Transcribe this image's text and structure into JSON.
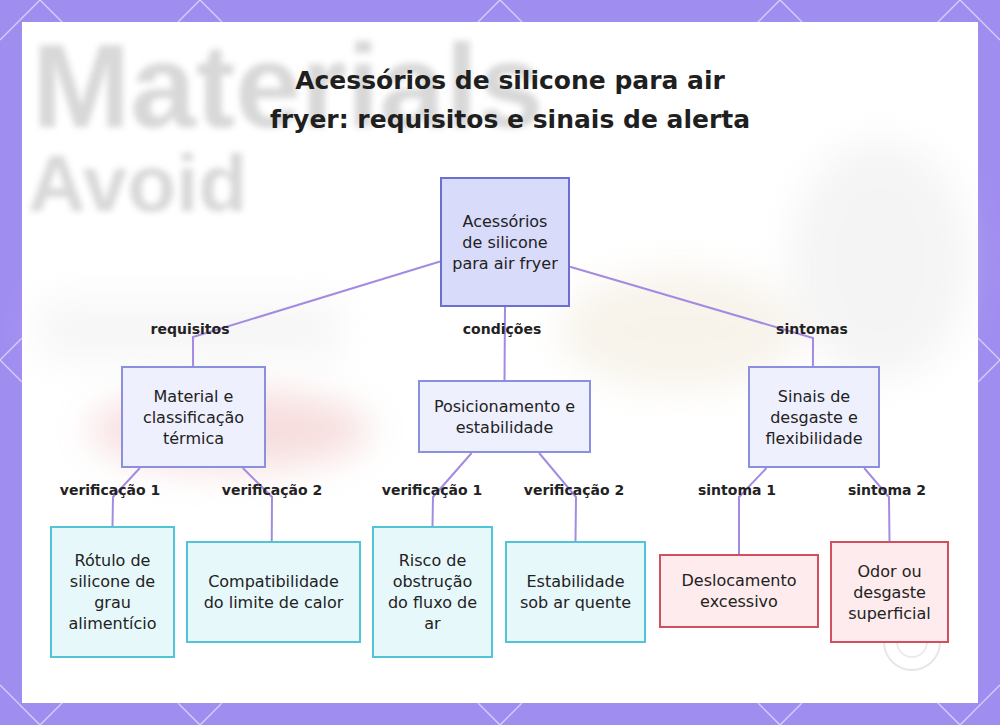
{
  "diagram": {
    "title": "Acessórios de silicone para air fryer: requisitos e sinais de alerta",
    "nodes": [
      {
        "text": [
          "Acessórios de silicone para air fryer"
        ]
      },
      {
        "text": [
          "Material e classificação térmica"
        ]
      },
      {
        "text": [
          "Posicionamento e estabilidade"
        ]
      },
      {
        "text": [
          "Sinais de desgaste e flexibilidade"
        ]
      },
      {
        "text": [
          "Rótulo de silicone de grau alimentício"
        ]
      },
      {
        "text": [
          "Compatibilidade do limite de calor"
        ]
      },
      {
        "text": [
          "Risco de obstrução do fluxo de ar"
        ]
      },
      {
        "text": [
          "Estabilidade sob ar quente"
        ]
      },
      {
        "text": [
          "Deslocamento excessivo"
        ]
      },
      {
        "text": [
          "Odor ou desgaste superficial"
        ]
      }
    ],
    "edges": [
      {
        "from": 0,
        "to": 1,
        "label": "requisitos",
        "arrow": "none"
      },
      {
        "from": 0,
        "to": 2,
        "label": "condições",
        "arrow": "none"
      },
      {
        "from": 0,
        "to": 3,
        "label": "sintomas",
        "arrow": "none"
      },
      {
        "from": 1,
        "to": 4,
        "label": "verificação 1",
        "arrow": "none"
      },
      {
        "from": 1,
        "to": 5,
        "label": "verificação 2",
        "arrow": "none"
      },
      {
        "from": 2,
        "to": 6,
        "label": "verificação 1",
        "arrow": "none"
      },
      {
        "from": 2,
        "to": 7,
        "label": "verificação 2",
        "arrow": "none"
      },
      {
        "from": 3,
        "to": 8,
        "label": "sintoma 1",
        "arrow": "none"
      },
      {
        "from": 3,
        "to": 9,
        "label": "sintoma 2",
        "arrow": "none"
      }
    ],
    "labels": [
      "Materials",
      "Avoid"
    ]
  }
}
